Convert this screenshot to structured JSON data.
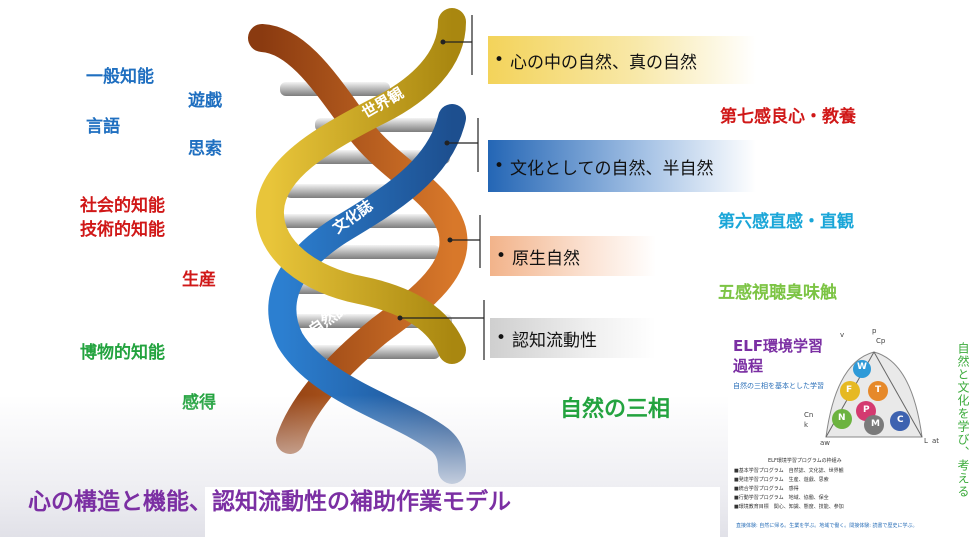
{
  "left_labels": {
    "general_intelligence": "一般知能",
    "play": "遊戯",
    "language": "言語",
    "thinking": "思索",
    "social_intelligence": "社会的知能",
    "technical_intelligence": "技術的知能",
    "production": "生産",
    "natural_history_intelligence": "博物的知能",
    "insight": "感得"
  },
  "strands": {
    "worldview": "世界観",
    "culture": "文化誌",
    "nature": "自然誌"
  },
  "bands": [
    {
      "text": "心の中の自然、真の自然",
      "bullet": "•"
    },
    {
      "text": "文化としての自然、半自然",
      "bullet": "•"
    },
    {
      "text": "原生自然",
      "bullet": "•"
    },
    {
      "text": "認知流動性",
      "bullet": "•"
    }
  ],
  "senses": {
    "seventh": "第七感良心・教養",
    "sixth": "第六感直感・直観",
    "five": "五感視聴臭味触"
  },
  "three_aspects": "自然の三相",
  "footer_title": "心の構造と機能、認知流動性の補助作業モデル",
  "elf": {
    "title_line1": "ELF環境学習",
    "title_line2": "過程",
    "subtitle": "自然の三相を基本とした学習",
    "axis_labels": {
      "v": "v",
      "p": "p",
      "cp": "Cp",
      "cn": "Cn",
      "k": "k",
      "aw": "aw",
      "l": "L",
      "at": "at"
    },
    "petals": [
      "W",
      "F",
      "T",
      "P",
      "N",
      "M",
      "C"
    ],
    "list_heading": "ELF環境学習プログラムの枠組み",
    "list_items": [
      "■基本学習プログラム　自然誌、文化誌、世界観",
      "■発達学習プログラム　生産、遊戯、思索",
      "■統合学習プログラム　感得",
      "■行動学習プログラム　地域、協働、保全",
      "■環境教育目標　関心、知識、態度、技能、参加"
    ],
    "footer_line": "直接体験: 自然に帰る。生業を学ぶ。地域で働く。間接体験: 読書で歴史に学ぶ。",
    "vertical_text": "自然と文化を学び、考える"
  },
  "colors": {
    "worldview_strand": "#d4b222",
    "culture_strand": "#2a6fb8",
    "nature_strand": "#c3631a",
    "purple": "#7b2fa3"
  }
}
